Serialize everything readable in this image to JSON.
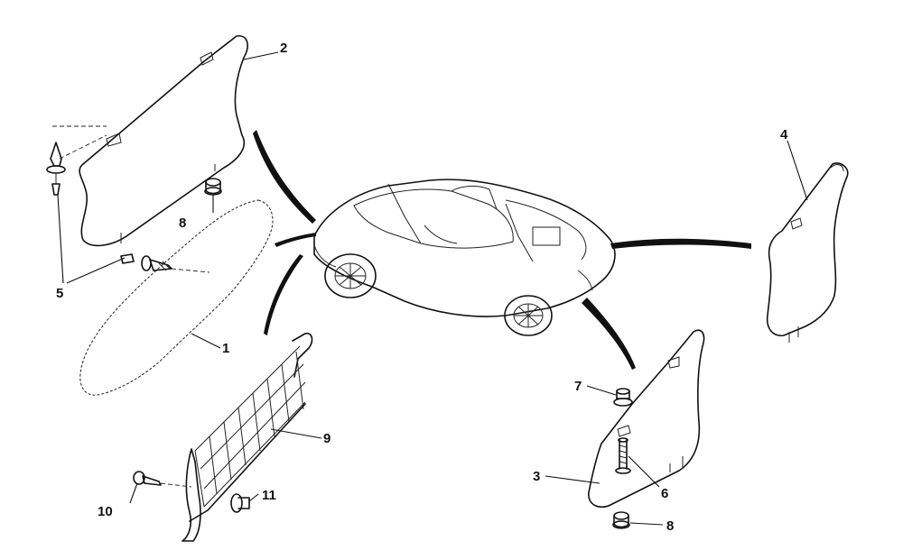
{
  "callouts": {
    "c1": "1",
    "c2": "2",
    "c3": "3",
    "c4": "4",
    "c5": "5",
    "c6": "6",
    "c7": "7",
    "c8a": "8",
    "c8b": "8",
    "c9": "9",
    "c10": "10",
    "c11": "11"
  },
  "colors": {
    "ink": "#111111",
    "background": "#ffffff"
  }
}
